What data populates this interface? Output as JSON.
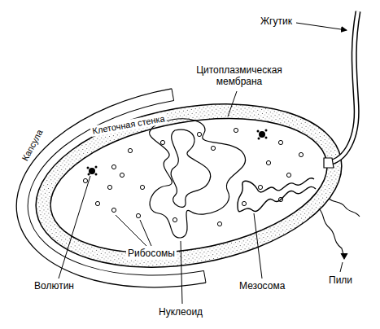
{
  "diagram": {
    "labels": [
      "Жгутик",
      "Цитоплазмическая мембрана",
      "Клеточная стенка",
      "Капсула",
      "Волютин",
      "Рибосомы",
      "Нуклеоид",
      "Мезосома",
      "Пили"
    ]
  }
}
